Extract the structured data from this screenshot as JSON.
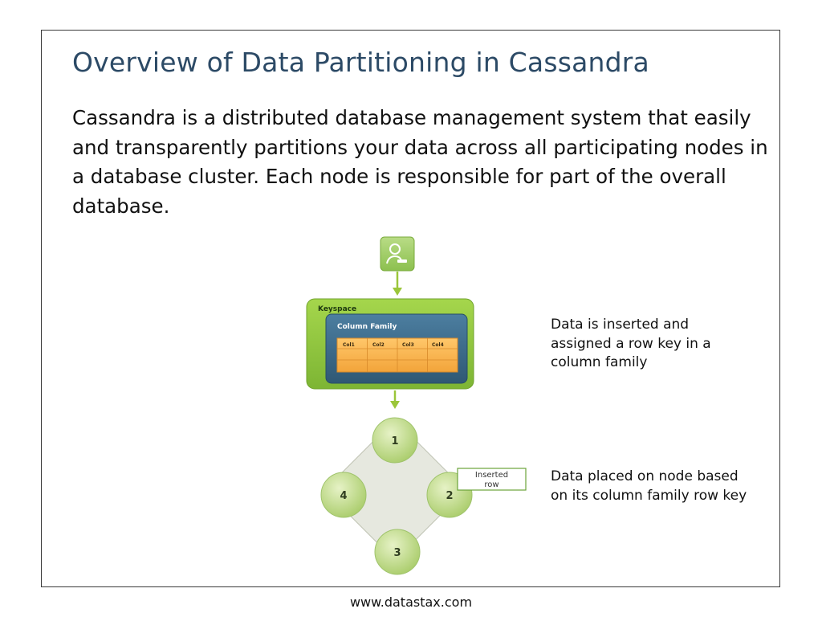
{
  "slide": {
    "title": "Overview of Data Partitioning in Cassandra",
    "body": "Cassandra is a distributed database management system that easily and transparently partitions your data across all participating nodes in a database cluster. Each node is responsible for part of the overall database.",
    "footer_url": "www.datastax.com"
  },
  "diagram": {
    "client_icon": "user-icon",
    "keyspace_label": "Keyspace",
    "column_family_label": "Column Family",
    "columns": [
      "Col1",
      "Col2",
      "Col3",
      "Col4"
    ],
    "nodes": [
      "1",
      "2",
      "3",
      "4"
    ],
    "inserted_row_line1": "Inserted",
    "inserted_row_line2": "row",
    "colors": {
      "keyspace_green": "#8cc63f",
      "column_family_blue": "#3f6e8c",
      "row_orange": "#f7b24a",
      "node_green": "#c9df98",
      "ring_gray": "#e6e8df",
      "arrow_green": "#9bc63a"
    }
  },
  "notes": {
    "insert_note": "Data is inserted and assigned a row key in a column family",
    "placement_note": "Data placed on node based on its column family row key"
  }
}
